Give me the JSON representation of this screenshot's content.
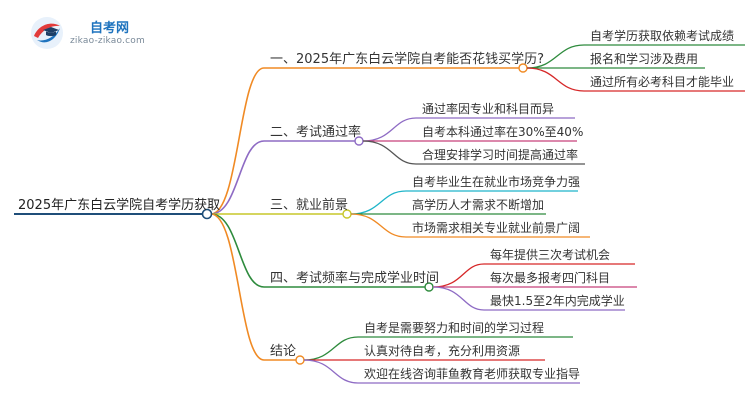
{
  "logo": {
    "title": "自考网",
    "subtitle": "zikao-zikao.com",
    "icon": "graduation-cap-icon"
  },
  "mindmap": {
    "root": {
      "label": "2025年广东白云学院自考学历获取",
      "color": "#1f4e79"
    },
    "branches": [
      {
        "label": "一、2025年广东白云学院自考能否花钱买学历?",
        "color": "#f08a24",
        "leaves": [
          "自考学历获取依赖考试成绩",
          "报名和学习涉及费用",
          "通过所有必考科目才能毕业"
        ],
        "leaf_colors": [
          "#2e8b3d",
          "#2e8b3d",
          "#d62728"
        ]
      },
      {
        "label": "二、考试通过率",
        "color": "#8e6bc4",
        "leaves": [
          "通过率因专业和科目而异",
          "自考本科通过率在30%至40%",
          "合理安排学习时间提高通过率"
        ],
        "leaf_colors": [
          "#8e6bc4",
          "#c8407a",
          "#555555"
        ]
      },
      {
        "label": "三、就业前景",
        "color": "#c7c72a",
        "leaves": [
          "自考毕业生在就业市场竞争力强",
          "高学历人才需求不断增加",
          "市场需求相关专业就业前景广阔"
        ],
        "leaf_colors": [
          "#1fb5c9",
          "#2e8b3d",
          "#f08a24"
        ]
      },
      {
        "label": "四、考试频率与完成学业时间",
        "color": "#2e8b3d",
        "leaves": [
          "每年提供三次考试机会",
          "每次最多报考四门科目",
          "最快1.5至2年内完成学业"
        ],
        "leaf_colors": [
          "#d62728",
          "#c8407a",
          "#8e6bc4"
        ]
      },
      {
        "label": "结论",
        "color": "#f08a24",
        "leaves": [
          "自考是需要努力和时间的学习过程",
          "认真对待自考，充分利用资源",
          "欢迎在线咨询菲鱼教育老师获取专业指导"
        ],
        "leaf_colors": [
          "#2e8b3d",
          "#d62728",
          "#8e6bc4"
        ]
      }
    ]
  }
}
